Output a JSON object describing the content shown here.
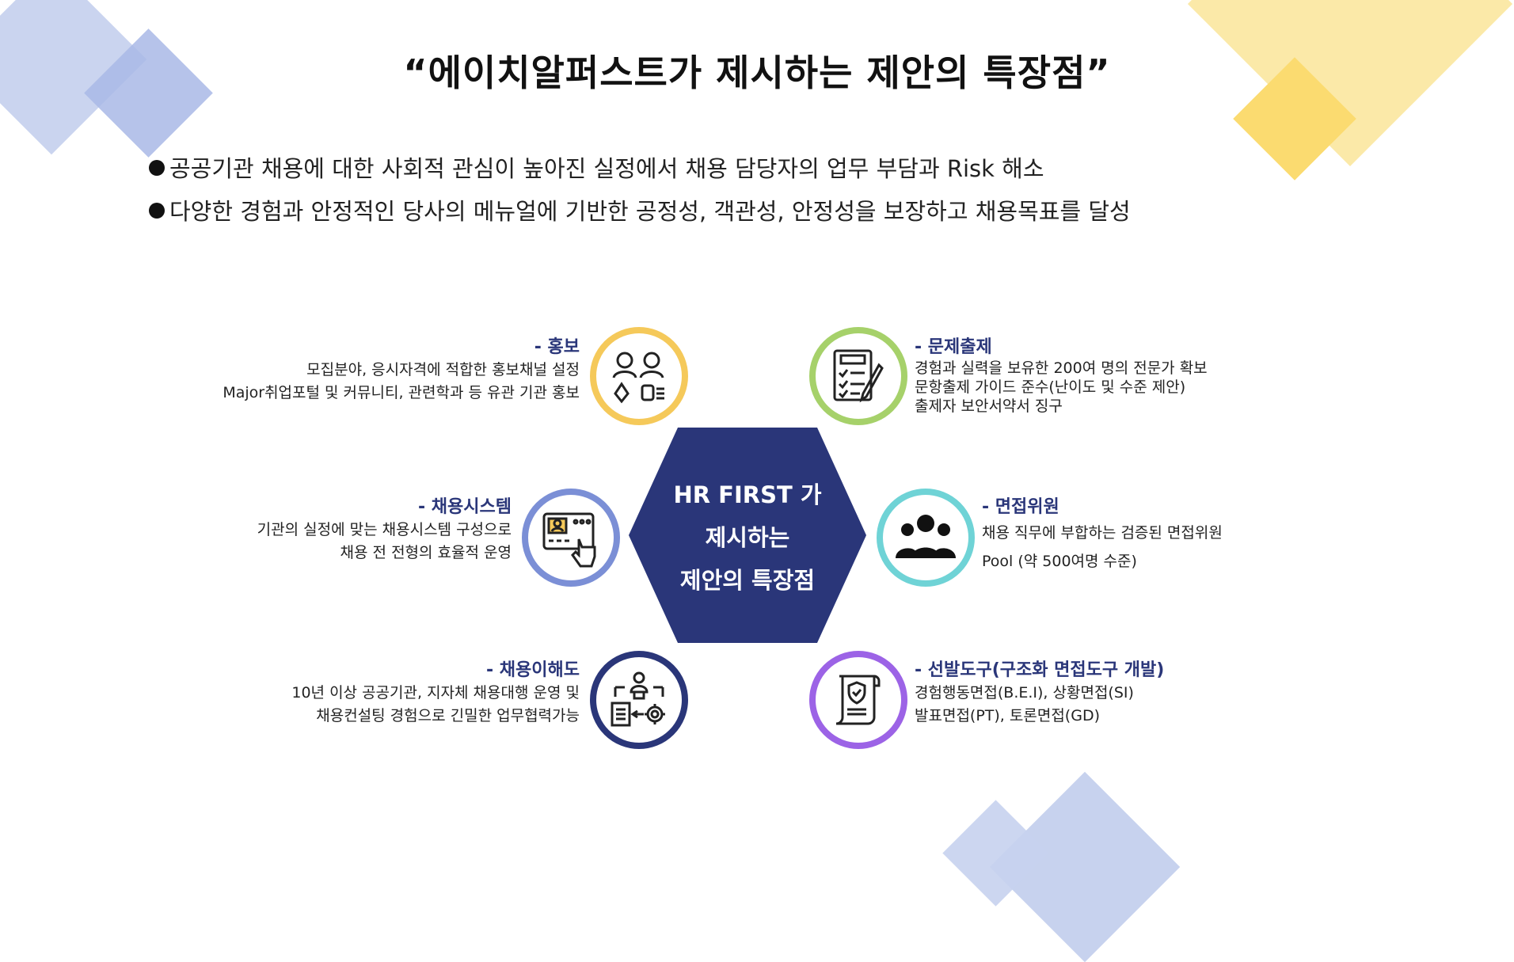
{
  "title": "“에이치알퍼스트가 제시하는 제안의 특장점”",
  "bullets": [
    "공공기관 채용에 대한 사회적 관심이 높아진 실정에서 채용 담당자의 업무 부담과 Risk 해소",
    "다양한 경험과 안정적인 당사의 메뉴얼에 기반한 공정성, 객관성, 안정성을 보장하고 채용목표를 달성"
  ],
  "center": {
    "lines": [
      "HR FIRST 가",
      "제시하는",
      "제안의 특장점"
    ]
  },
  "features": {
    "promotion": {
      "title": "- 홍보",
      "lines": [
        "모집분야, 응시자격에 적합한 홍보채널 설정",
        "Major취업포털 및 커뮤니티, 관련학과 등 유관 기관 홍보"
      ],
      "icon": "people-promotion-icon",
      "color": "#f5c95a"
    },
    "exam": {
      "title": "- 문제출제",
      "lines": [
        "경험과 실력을 보유한 200여 명의 전문가 확보",
        "문항출제 가이드 준수(난이도 및 수준 제안)",
        "출제자 보안서약서 징구"
      ],
      "icon": "checklist-pen-icon",
      "color": "#a6d16a"
    },
    "system": {
      "title": "- 채용시스템",
      "lines": [
        "기관의 실정에 맞는 채용시스템 구성으로",
        "채용 전 전형의 효율적 운영"
      ],
      "icon": "touch-screen-icon",
      "color": "#7b8fd6"
    },
    "interviewer": {
      "title": "- 면접위원",
      "lines": [
        "채용 직무에 부합하는 검증된 면접위원",
        "Pool (약 500여명 수준)"
      ],
      "icon": "group-people-icon",
      "color": "#6fd3d6"
    },
    "understanding": {
      "title": "- 채용이해도",
      "lines": [
        "10년 이상 공공기관, 지자체 채용대행 운영 및",
        "채용컨설팅 경험으로 긴밀한 업무협력가능"
      ],
      "icon": "workflow-gear-icon",
      "color": "#2a3679"
    },
    "tools": {
      "title": "- 선발도구(구조화 면접도구 개발)",
      "lines": [
        "경험행동면접(B.E.I), 상황면접(SI)",
        "발표면접(PT), 토론면접(GD)"
      ],
      "icon": "certificate-scroll-icon",
      "color": "#9c63e6"
    }
  },
  "colors": {
    "hexagon": "#2a3679",
    "title_text": "#2a3679",
    "deco_blue": "#c7d2ee",
    "deco_yellow": "#fbe7a3"
  }
}
